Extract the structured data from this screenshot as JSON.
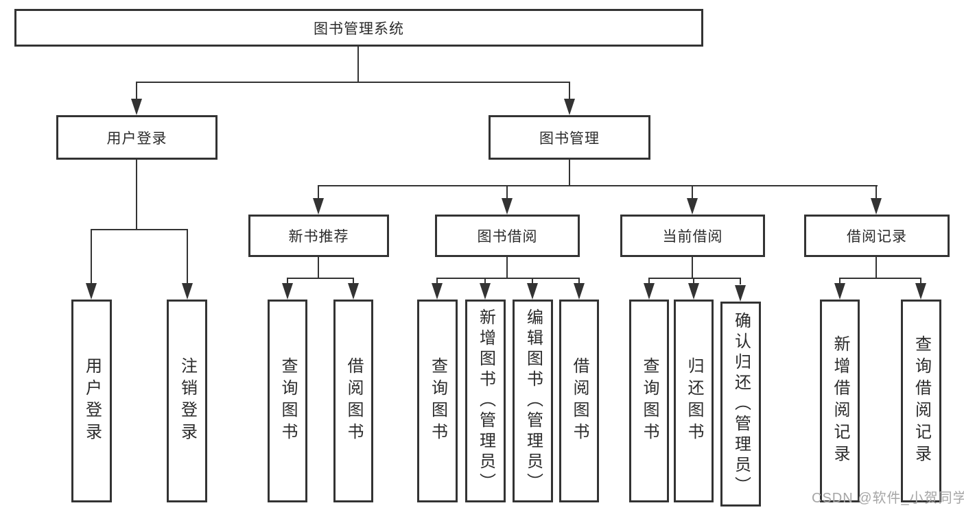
{
  "nodes": {
    "root": "图书管理系统",
    "user_login": "用户登录",
    "book_mgmt": "图书管理",
    "new_book_rec": "新书推荐",
    "book_borrow": "图书借阅",
    "current_borrow": "当前借阅",
    "borrow_record": "借阅记录",
    "leaf_user_login": "用户登录",
    "leaf_logout": "注销登录",
    "leaf_nbr_query_book": "查询图书",
    "leaf_nbr_borrow_book": "借阅图书",
    "leaf_bb_query_book": "查询图书",
    "leaf_bb_add_book_admin": "新增图书（管理员）",
    "leaf_bb_edit_book_admin": "编辑图书（管理员）",
    "leaf_bb_borrow_book": "借阅图书",
    "leaf_cb_query_book": "查询图书",
    "leaf_cb_return_book": "归还图书",
    "leaf_cb_confirm_return_admin": "确认归还（管理员）",
    "leaf_br_add_record": "新增借阅记录",
    "leaf_br_query_record": "查询借阅记录"
  },
  "watermark": "CSDN @软件_小贺同学",
  "colors": {
    "line": "#333333",
    "text": "#2b2b2b",
    "watermark_gray": "#a6a6a6",
    "background": "#ffffff"
  }
}
